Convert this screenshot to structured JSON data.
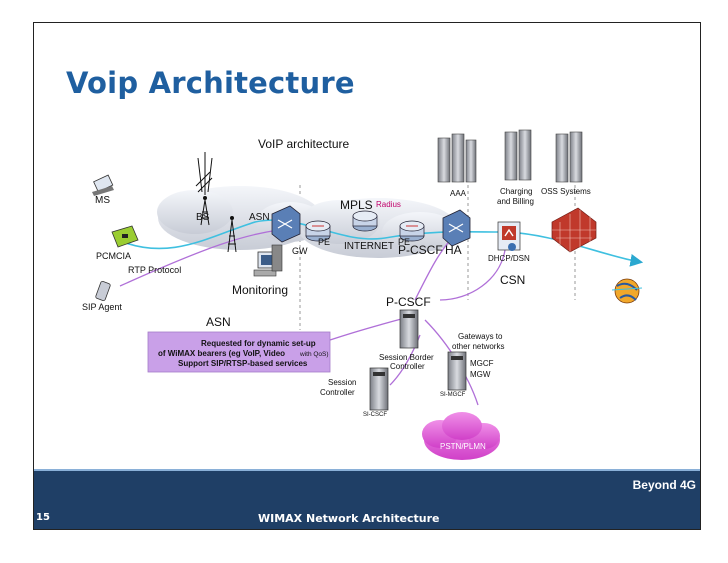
{
  "slide": {
    "title": "Voip Architecture",
    "page_number": "15",
    "footer_title": "WIMAX Network Architecture",
    "footer_tag": "Beyond 4G"
  },
  "diagram": {
    "caption": "VoIP architecture",
    "nodes": {
      "ms": "MS",
      "pcmcia": "PCMCIA",
      "sip_agent": "SIP Agent",
      "rtp_protocol": "RTP Protocol",
      "bs": "BS",
      "asn_cloud": "ASN",
      "monitoring": "Monitoring",
      "asn_region": "ASN",
      "mpls": "MPLS",
      "radius": "Radius",
      "pe_left": "PE",
      "pe_right": "PE",
      "internet": "INTERNET",
      "gw": "GW",
      "p_cscf_top": "P-CSCF",
      "ha": "HA",
      "aaa": "AAA",
      "charging": "Charging",
      "billing": "and Billing",
      "oss": "OSS Systems",
      "dhcp_dsn": "DHCP/DSN",
      "csn": "CSN",
      "p_cscf_mid": "P-CSCF",
      "sbc_line1": "Session  Border",
      "sbc_line2": "Controller",
      "session_ctrl_1": "Session",
      "session_ctrl_2": "Controller",
      "si_cscf": "SI-CSCF",
      "gateways_1": "Gateways to",
      "gateways_2": "other networks",
      "mgcf": "MGCF",
      "mgw": "MGW",
      "si_mgcf": "SI-MGCF",
      "pstn": "PSTN/PLMN"
    },
    "callout": {
      "line1": "Requested for dynamic set-up",
      "line2": "of WiMAX bearers (eg VoIP, Video",
      "line2_small": "with QoS)",
      "line3": "Support SIP/RTSP-based services"
    },
    "colors": {
      "title": "#1f5fa0",
      "footer": "#1f3f66",
      "callout": "#c9a0e8",
      "radius": "#c0006a",
      "bearer_line": "#3fc0e0",
      "signal_line": "#b070d8",
      "pstn_cloud": "#e060d8"
    }
  }
}
